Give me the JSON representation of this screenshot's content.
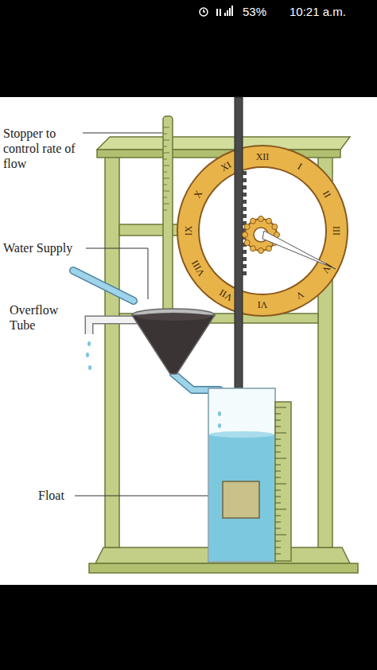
{
  "diagram": {
    "labels": [
      "53%",
      "10:21 a.m.",
      "Stopper to control rate of flow",
      "Water Supply",
      "Overflow Tube",
      "Float",
      "XII",
      "I",
      "II",
      "III",
      "IV",
      "V",
      "VI",
      "VII",
      "VIII",
      "IX",
      "X",
      "XI"
    ]
  }
}
